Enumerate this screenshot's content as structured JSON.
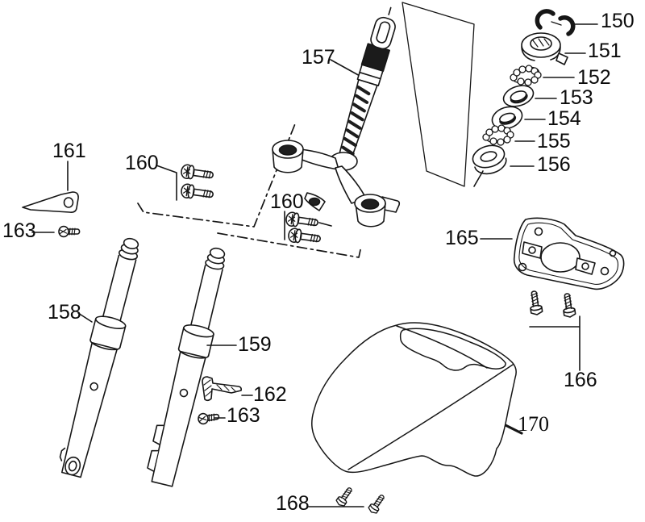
{
  "diagram": {
    "type": "exploded-parts-diagram",
    "subject": "front fork and steering stem assembly",
    "callout_numbers": [
      "150",
      "151",
      "152",
      "153",
      "154",
      "155",
      "156",
      "157",
      "158",
      "159",
      "160",
      "161",
      "162",
      "163",
      "165",
      "166",
      "168",
      "170"
    ]
  },
  "labels": {
    "p150": "150",
    "p151": "151",
    "p152": "152",
    "p153": "153",
    "p154": "154",
    "p155": "155",
    "p156": "156",
    "p157": "157",
    "p158": "158",
    "p159": "159",
    "p160a": "160",
    "p160b": "160",
    "p161": "161",
    "p162": "162",
    "p163a": "163",
    "p163b": "163",
    "p165": "165",
    "p166": "166",
    "p168": "168",
    "p170": "170"
  }
}
